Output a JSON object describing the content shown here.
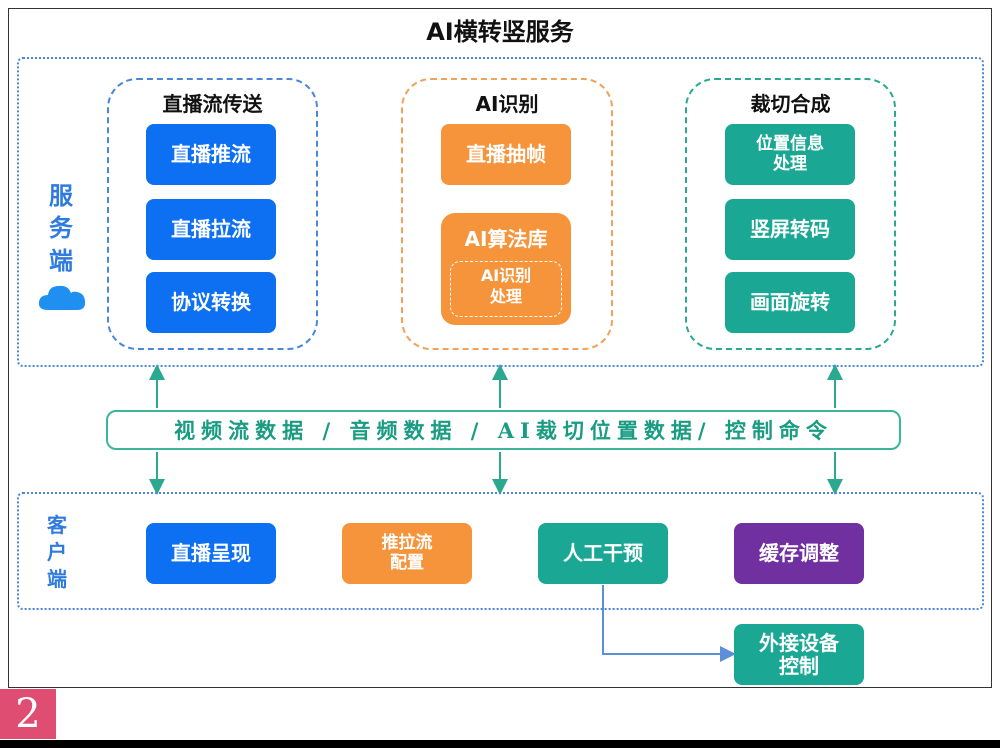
{
  "title": "AI横转竖服务",
  "server": {
    "label_chars": [
      "服",
      "务",
      "端"
    ],
    "groups": [
      {
        "title": "直播流传送",
        "items": [
          "直播推流",
          "直播拉流",
          "协议转换"
        ]
      },
      {
        "title": "AI识别",
        "items": [
          "直播抽帧"
        ],
        "library": {
          "title": "AI算法库",
          "inner": "AI识别\n处理"
        }
      },
      {
        "title": "裁切合成",
        "items": [
          "位置信息\n处理",
          "竖屏转码",
          "画面旋转"
        ]
      }
    ]
  },
  "data_strip": "视频流数据 / 音频数据 / AI裁切位置数据/ 控制命令",
  "client": {
    "label_chars": [
      "客",
      "户",
      "端"
    ],
    "items": [
      "直播呈现",
      "推拉流\n配置",
      "人工干预",
      "缓存调整"
    ],
    "external": "外接设备\n控制"
  },
  "figure_number": "2",
  "colors": {
    "blue": "#0d6ff2",
    "orange": "#f5943a",
    "teal": "#1aa894",
    "purple": "#7030a0",
    "accent_line": "#2aa890"
  },
  "icons": {
    "cloud": "cloud-icon"
  }
}
